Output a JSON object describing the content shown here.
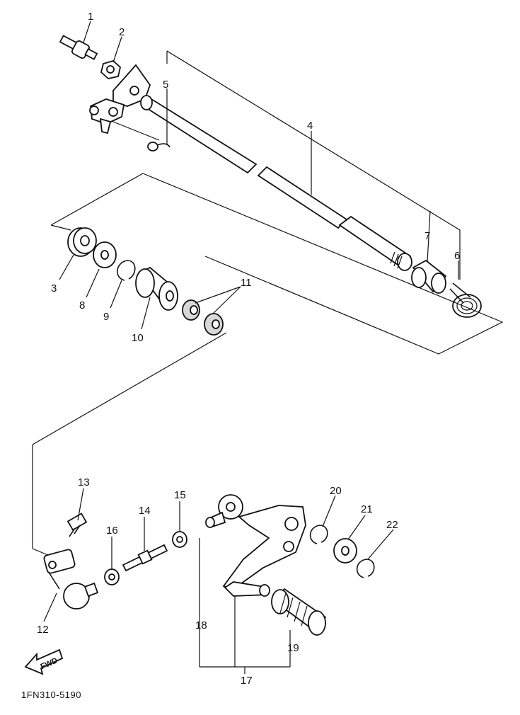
{
  "diagram": {
    "callouts": [
      "1",
      "2",
      "3",
      "4",
      "5",
      "6",
      "7",
      "8",
      "9",
      "10",
      "11",
      "12",
      "13",
      "14",
      "15",
      "16",
      "17",
      "18",
      "19",
      "20",
      "21",
      "22"
    ],
    "fwd_label": "FWD",
    "figure_code": "1FN310-5190"
  }
}
